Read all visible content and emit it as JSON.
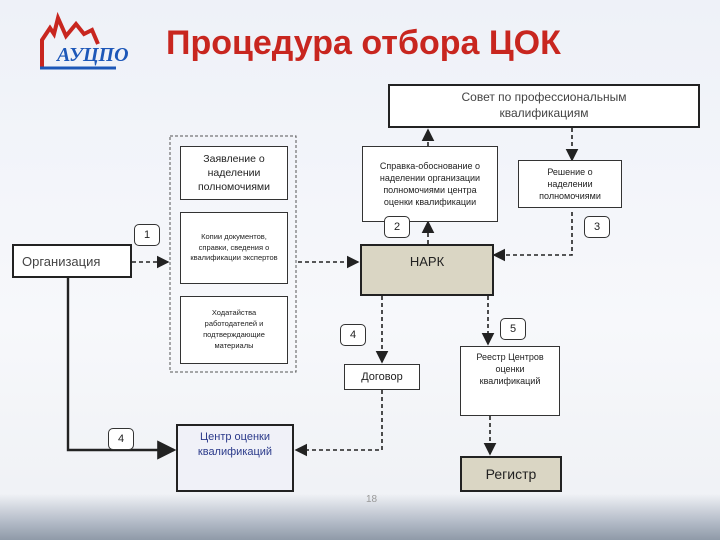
{
  "logo": {
    "text": "АУЦПО"
  },
  "title": "Процедура отбора ЦОК",
  "boxes": {
    "council": "Совет по профессиональным квалификациям",
    "statement": "Заявление о наделении полномочиями",
    "copies": "Копии документов, справки, сведения о квалификации экспертов",
    "petition": "Ходатайства работодателей и подтверждающие материалы",
    "justification": "Справка-обоснование о наделении организации полномочиями центра оценки квалификации",
    "decision": "Решение о наделении полномочиями",
    "organization": "Организация",
    "nark": "НАРК",
    "contract": "Договор",
    "registry": "Реестр Центров оценки квалификаций",
    "center": "Центр оценки квалификаций",
    "register": "Регистр"
  },
  "badges": {
    "b1": "1",
    "b2": "2",
    "b3": "3",
    "b4a": "4",
    "b4b": "4",
    "b5": "5"
  },
  "page_number": "18"
}
